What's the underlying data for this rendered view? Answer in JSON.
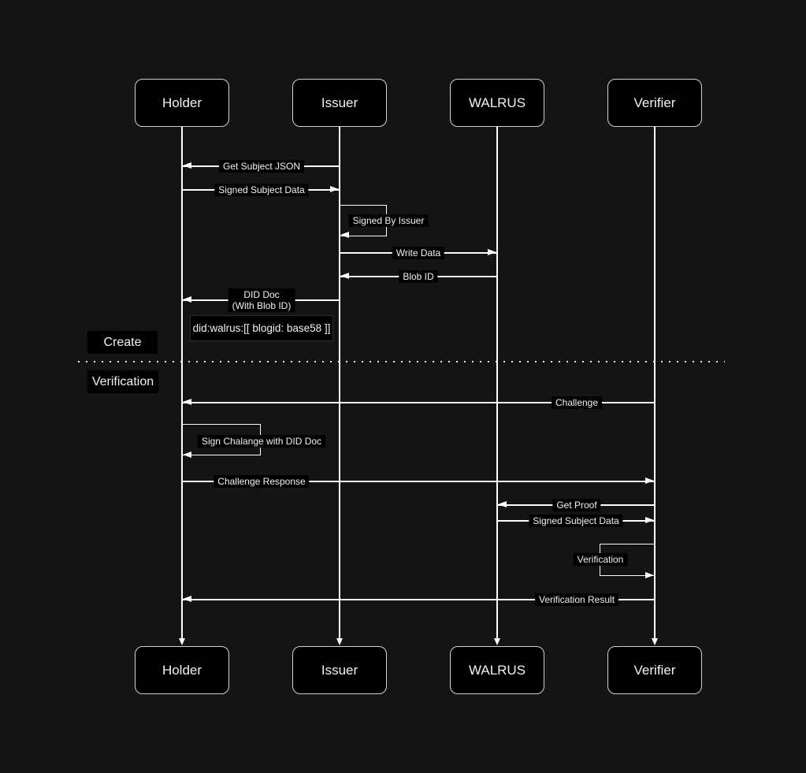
{
  "diagram": {
    "type": "sequence-diagram",
    "actors": [
      {
        "name": "Holder"
      },
      {
        "name": "Issuer"
      },
      {
        "name": "WALRUS"
      },
      {
        "name": "Verifier"
      }
    ],
    "sections": [
      {
        "label": "Create"
      },
      {
        "label": "Verification"
      }
    ],
    "messages": [
      {
        "label": "Get Subject JSON",
        "from": "Issuer",
        "to": "Holder"
      },
      {
        "label": "Signed Subject Data",
        "from": "Holder",
        "to": "Issuer"
      },
      {
        "label": "Signed By Issuer",
        "from": "Issuer",
        "to": "Issuer",
        "self": true
      },
      {
        "label": "Write Data",
        "from": "Issuer",
        "to": "WALRUS"
      },
      {
        "label": "Blob ID",
        "from": "WALRUS",
        "to": "Issuer"
      },
      {
        "label_line1": "DID Doc",
        "label_line2": "(With Blob ID)",
        "from": "Issuer",
        "to": "Holder"
      },
      {
        "label": "Challenge",
        "from": "Verifier",
        "to": "Holder"
      },
      {
        "label": "Sign Chalange with DID Doc",
        "from": "Holder",
        "to": "Holder",
        "self": true
      },
      {
        "label": "Challenge Response",
        "from": "Holder",
        "to": "Verifier"
      },
      {
        "label": "Get Proof",
        "from": "Verifier",
        "to": "WALRUS"
      },
      {
        "label": "Signed Subject Data",
        "from": "WALRUS",
        "to": "Verifier"
      },
      {
        "label": "Verification",
        "from": "Verifier",
        "to": "Verifier",
        "self": true
      },
      {
        "label": "Verification Result",
        "from": "Verifier",
        "to": "Holder"
      }
    ],
    "note": {
      "text": "did:walrus:[[ blogid: base58 ]]",
      "between": [
        "Holder",
        "Issuer"
      ]
    },
    "colors": {
      "background": "#141414",
      "shape_fill": "#000000",
      "shape_border": "#d0d0d0",
      "line": "#ffffff",
      "text": "#f2f2f2"
    }
  }
}
